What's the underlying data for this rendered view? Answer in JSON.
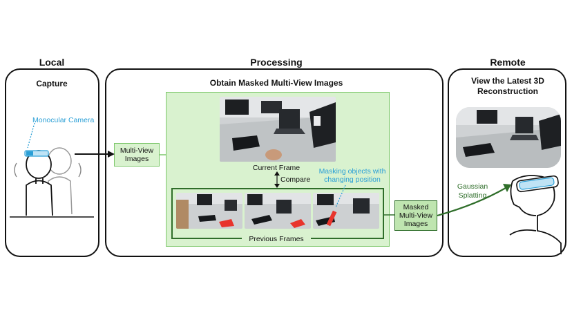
{
  "sections": {
    "local": {
      "title": "Local",
      "subtitle": "Capture",
      "camera_label": "Monocular Camera"
    },
    "processing": {
      "title": "Processing",
      "subtitle": "Obtain Masked Multi-View Images",
      "input_label": "Multi-View Images",
      "current_frame_label": "Current Frame",
      "compare_label": "Compare",
      "masking_label": "Masking objects with changing position",
      "previous_frames_label": "Previous Frames",
      "output_label": "Masked Multi-View Images"
    },
    "remote": {
      "title": "Remote",
      "subtitle": "View the Latest 3D Reconstruction",
      "method_label": "Gaussian Splatting"
    }
  },
  "colors": {
    "accent_blue": "#2a9fd6",
    "green_light": "#d9f2cf",
    "green_dark": "#2f6e2a",
    "mask_red": "#e8342c"
  },
  "icons": [
    "person-with-camera-icon",
    "person-with-vr-headset-icon",
    "double-arrow-icon"
  ]
}
